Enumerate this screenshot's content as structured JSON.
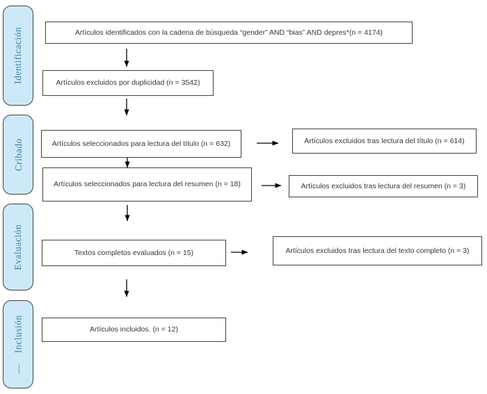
{
  "sidebar": {
    "stages": [
      {
        "id": "identificacion",
        "label": "Identificación"
      },
      {
        "id": "cribado",
        "label": "Cribado"
      },
      {
        "id": "evaluacion",
        "label": "Evaluación"
      },
      {
        "id": "inclusion",
        "label": "Inclusión",
        "dash": "—"
      }
    ]
  },
  "flow": {
    "boxes": {
      "identified": "Artículos identificados con la cadena de búsqueda “gender” AND “bias” AND depres*(n = 4174)",
      "duplicates_excluded": "Artículos excluidos por duplicidad (n = 3542)",
      "title_selected": "Artículos seleccionados para lectura del título (n = 632)",
      "title_excluded": "Artículos excluidos tras lectura del título (n = 614)",
      "abstract_selected": "Artículos seleccionados para lectura del resumen (n = 18)",
      "abstract_excluded": "Artículos excluidos tras lectura del resumen (n = 3)",
      "fulltext_evaluated": "Textos completos evaluados (n = 15)",
      "fulltext_excluded": "Artículos excluidos tras lectura del texto completo (n = 3)",
      "included": "Artículos incluidos. (n = 12)"
    }
  },
  "colors": {
    "stage_fill": "#cde9f8",
    "stage_border": "#404040",
    "stage_text": "#3380a8",
    "box_border": "#3f3f3f",
    "box_text": "#363636",
    "arrow": "#000000",
    "background": "#ffffff"
  }
}
